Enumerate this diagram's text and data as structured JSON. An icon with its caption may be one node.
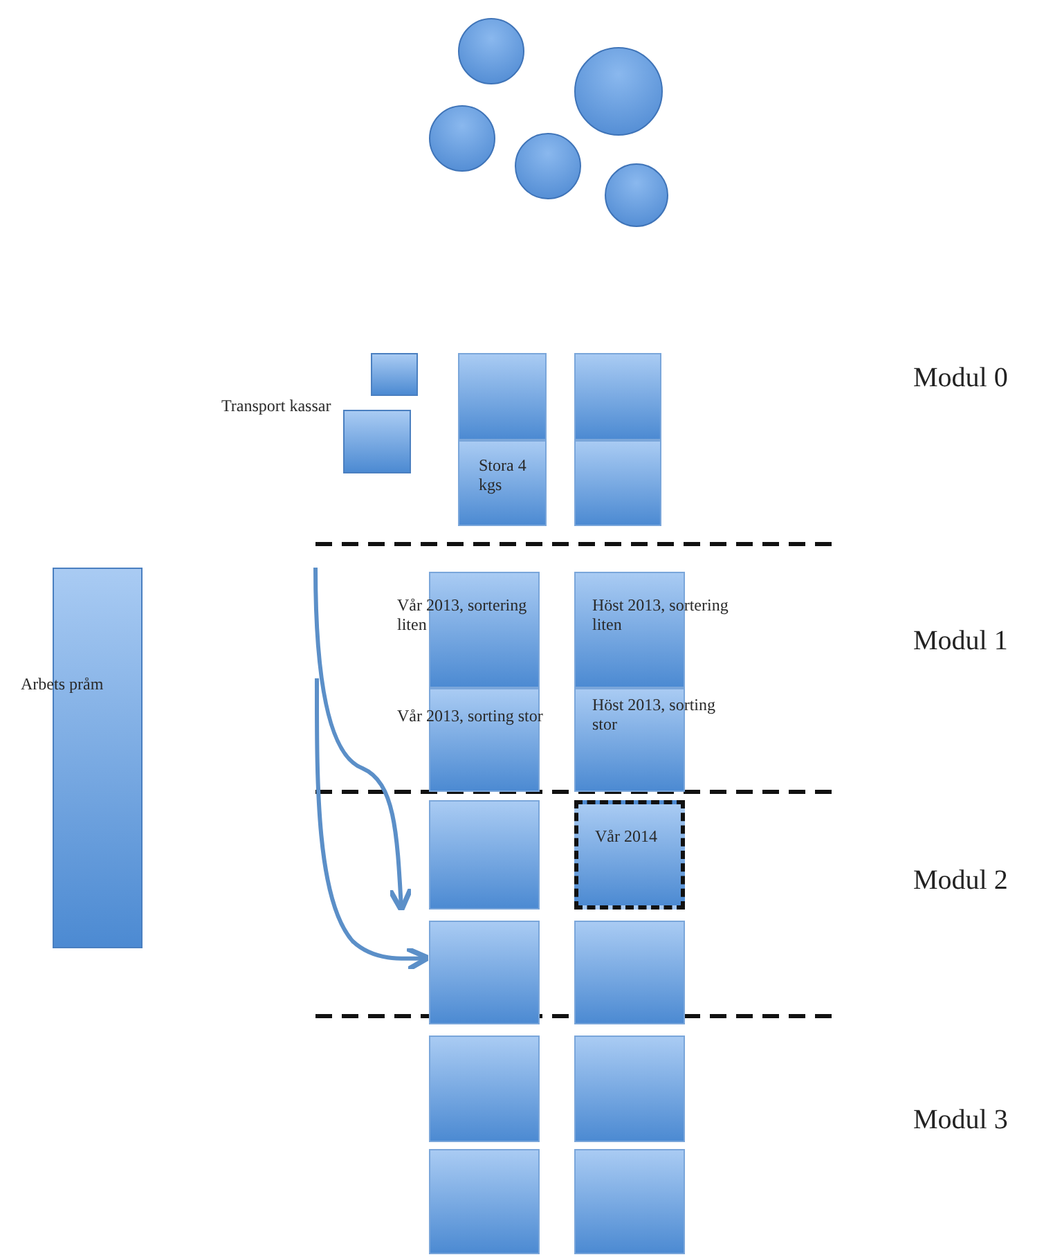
{
  "diagram": {
    "nodes": [
      {
        "text": [],
        "shape": "circle"
      },
      {
        "text": [],
        "shape": "circle"
      },
      {
        "text": [],
        "shape": "circle"
      },
      {
        "text": [],
        "shape": "circle"
      },
      {
        "text": [],
        "shape": "circle"
      },
      {
        "text": [],
        "shape": "box"
      },
      {
        "text": [],
        "shape": "box",
        "beside": [
          "Transport kassar"
        ]
      },
      {
        "text": [],
        "shape": "box"
      },
      {
        "text": [
          "Stora 4 kgs"
        ]
      },
      {
        "text": [],
        "shape": "box"
      },
      {
        "text": [],
        "shape": "box"
      },
      {
        "text": [
          "Arbets pråm"
        ]
      },
      {
        "text": [
          "Vår 2013, sortering liten"
        ]
      },
      {
        "text": [
          "Höst 2013, sortering liten"
        ]
      },
      {
        "text": [
          "Vår 2013, sorting stor"
        ]
      },
      {
        "text": [
          "Höst 2013, sorting stor"
        ]
      },
      {
        "text": [],
        "shape": "box"
      },
      {
        "text": [
          "Vår 2014"
        ]
      },
      {
        "text": [],
        "shape": "box"
      },
      {
        "text": [],
        "shape": "box"
      },
      {
        "text": [],
        "shape": "box"
      },
      {
        "text": [],
        "shape": "box"
      },
      {
        "text": [],
        "shape": "box"
      },
      {
        "text": [],
        "shape": "box"
      }
    ],
    "edges": [
      {
        "from": null,
        "to": 16,
        "arrow": "to"
      },
      {
        "from": null,
        "to": 18,
        "arrow": "to"
      }
    ],
    "labels": [
      "Modul 0",
      "Modul 1",
      "Modul 2",
      "Modul 3"
    ]
  }
}
